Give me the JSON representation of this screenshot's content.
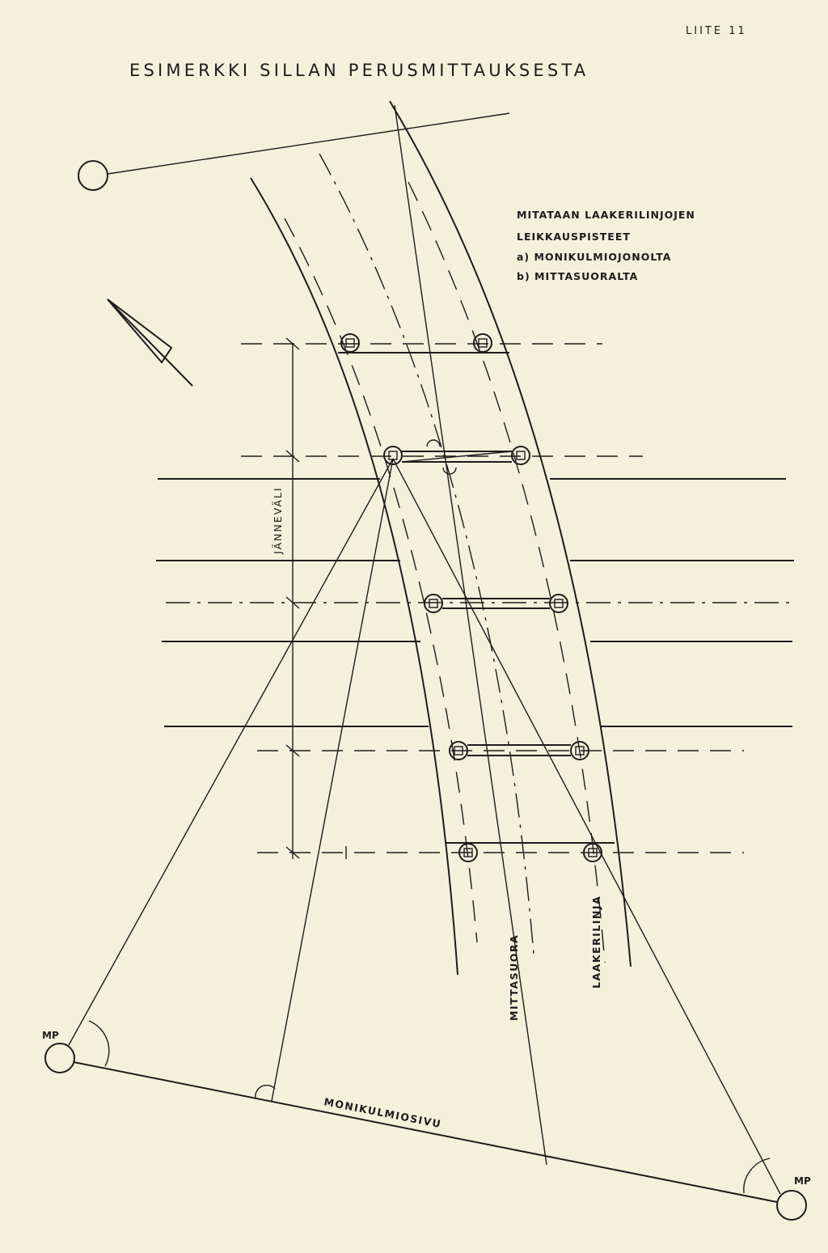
{
  "page_label": "LIITE 11",
  "title": "ESIMERKKI SILLAN PERUSMITTAUKSESTA",
  "note": {
    "line1": "MITATAAN LAAKERILINJOJEN",
    "line2": "LEIKKAUSPISTEET",
    "line3": "a) MONIKULMIOJONOLTA",
    "line4": "b) MITTASUORALTA"
  },
  "labels": {
    "span": "JÄNNEVÄLI",
    "measuring_line": "MITTASUORA",
    "bearing_line": "LAAKERILINJA",
    "polygon_side": "MONIKULMIOSIVU",
    "mp_left": "MP",
    "mp_right": "MP"
  },
  "colors": {
    "ink": "#1c1c1c",
    "paper": "#f3f1dc"
  }
}
